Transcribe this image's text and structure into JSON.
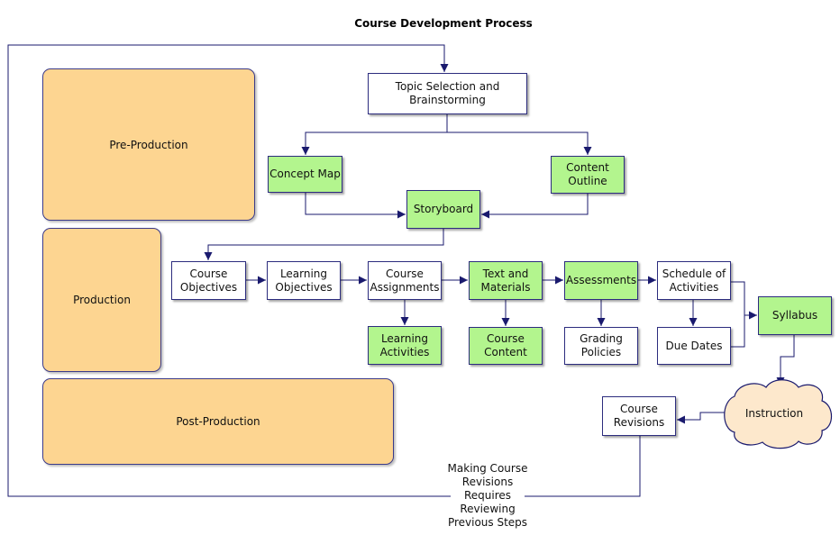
{
  "title": "Course Development Process",
  "colors": {
    "phase_fill": "#fdd591",
    "task_fill_green": "#b3f58e",
    "task_fill_white": "#ffffff",
    "cloud_fill": "#fde8cc",
    "connector": "#1a1a6e"
  },
  "phases": {
    "pre_production": "Pre-Production",
    "production": "Production",
    "post_production": "Post-Production"
  },
  "nodes": {
    "topic_selection": "Topic Selection and\nBrainstorming",
    "concept_map": "Concept Map",
    "content_outline": "Content\nOutline",
    "storyboard": "Storyboard",
    "course_objectives": "Course\nObjectives",
    "learning_objectives": "Learning\nObjectives",
    "course_assignments": "Course\nAssignments",
    "text_and_materials": "Text and\nMaterials",
    "assessments": "Assessments",
    "schedule_of_activities": "Schedule of\nActivities",
    "learning_activities": "Learning\nActivities",
    "course_content": "Course\nContent",
    "grading_policies": "Grading\nPolicies",
    "due_dates": "Due Dates",
    "syllabus": "Syllabus",
    "instruction": "Instruction",
    "course_revisions": "Course\nRevisions"
  },
  "loop_label": "Making Course\nRevisions\nRequires\nReviewing\nPrevious Steps"
}
